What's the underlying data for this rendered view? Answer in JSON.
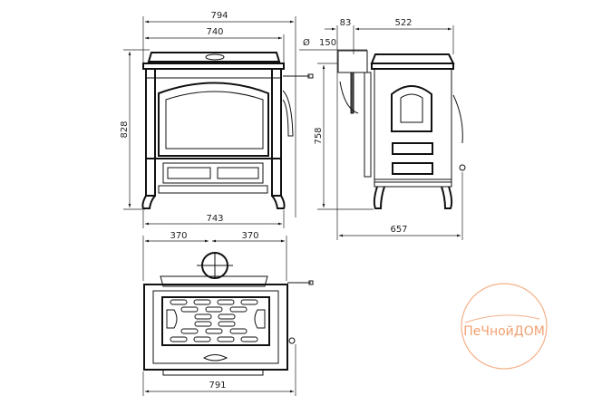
{
  "front_view": {
    "width_overall": "794",
    "width_top": "740",
    "height": "828",
    "width_base": "743"
  },
  "side_view": {
    "flue_offset": "83",
    "depth_body": "522",
    "flue_diameter_symbol": "Ø",
    "flue_diameter": "150",
    "flue_height": "758",
    "depth_overall": "657"
  },
  "top_view": {
    "half_left": "370",
    "half_right": "370",
    "width_overall": "791"
  },
  "logo": {
    "text": "ПеЧнойДОМ",
    "color": "#f0a070"
  }
}
